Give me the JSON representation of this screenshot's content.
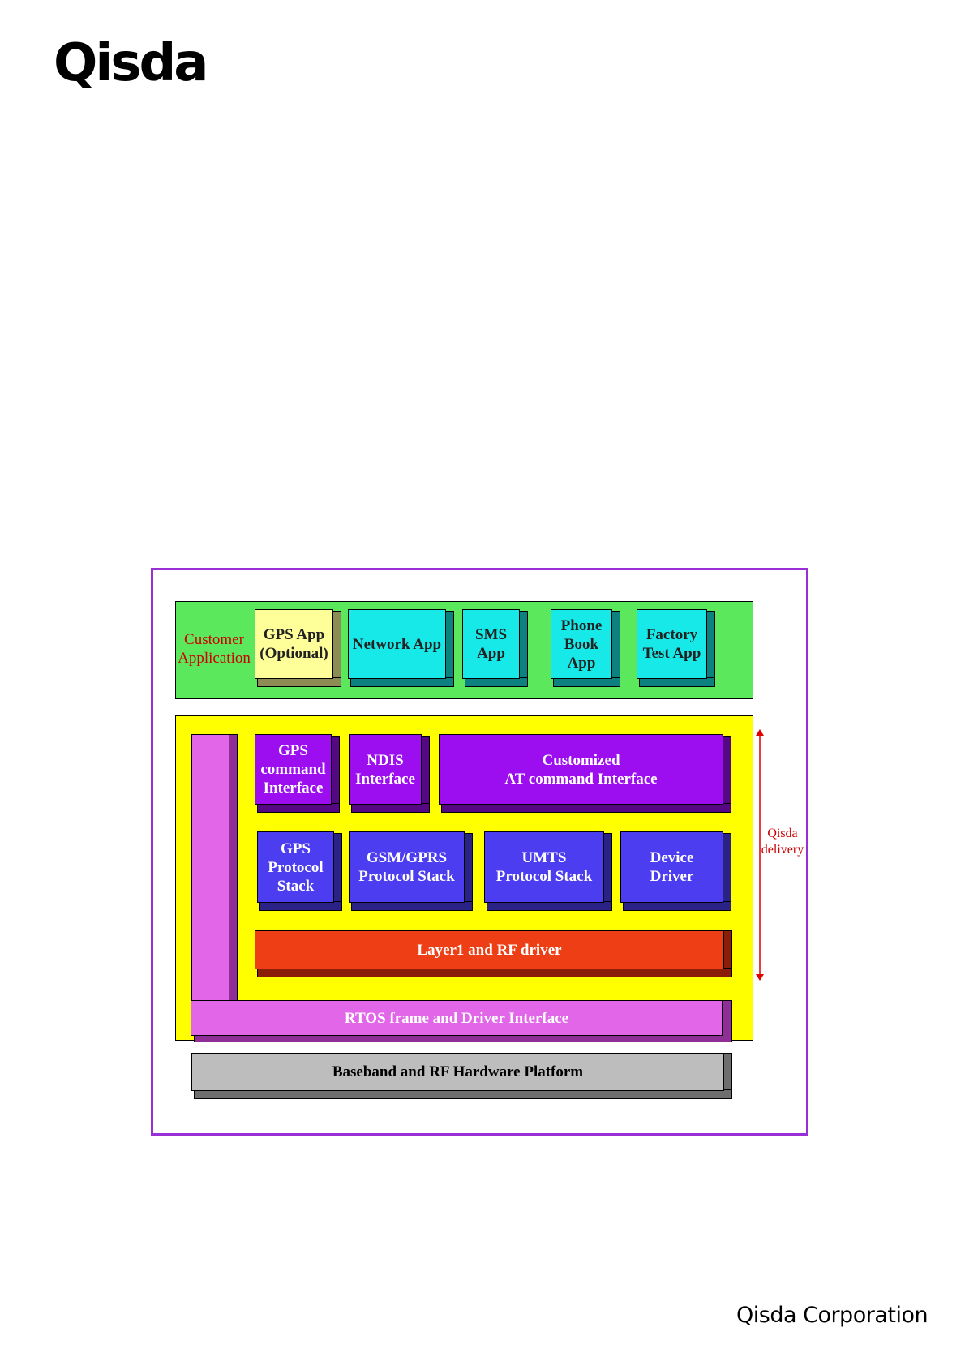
{
  "logo": "Qisda",
  "footer": "Qisda Corporation",
  "diagram": {
    "customer_layer": {
      "label": "Customer\nApplication",
      "color": "#5ce85c",
      "blocks": [
        {
          "id": "gps-app",
          "text": "GPS App\n(Optional)",
          "color": "#ffff99"
        },
        {
          "id": "network-app",
          "text": "Network App",
          "color": "#17e8e8"
        },
        {
          "id": "sms-app",
          "text": "SMS\nApp",
          "color": "#17e8e8"
        },
        {
          "id": "phone-book-app",
          "text": "Phone\nBook\nApp",
          "color": "#17e8e8"
        },
        {
          "id": "factory-test-app",
          "text": "Factory\nTest App",
          "color": "#17e8e8"
        }
      ]
    },
    "qisda_layer": {
      "color": "#ffff00",
      "delivery_label": "Qisda\ndelivery",
      "interfaces": [
        {
          "id": "gps-command-interface",
          "text": "GPS\ncommand\nInterface",
          "color": "#9c0ef0"
        },
        {
          "id": "ndis-interface",
          "text": "NDIS\nInterface",
          "color": "#9c0ef0"
        },
        {
          "id": "at-command-interface",
          "text": "Customized\nAT command Interface",
          "color": "#9c0ef0"
        }
      ],
      "stacks": [
        {
          "id": "gps-protocol-stack",
          "text": "GPS\nProtocol\nStack",
          "color": "#4c3ef0"
        },
        {
          "id": "gsm-gprs-protocol-stack",
          "text": "GSM/GPRS\nProtocol Stack",
          "color": "#4c3ef0"
        },
        {
          "id": "umts-protocol-stack",
          "text": "UMTS\nProtocol Stack",
          "color": "#4c3ef0"
        },
        {
          "id": "device-driver",
          "text": "Device\nDriver",
          "color": "#4c3ef0"
        }
      ],
      "layer1": {
        "text": "Layer1 and RF driver",
        "color": "#ee3e16"
      },
      "rtos": {
        "text": "RTOS frame and Driver Interface",
        "color": "#e266e8"
      }
    },
    "hardware": {
      "text": "Baseband and RF Hardware Platform",
      "color": "#bdbdbd"
    }
  }
}
